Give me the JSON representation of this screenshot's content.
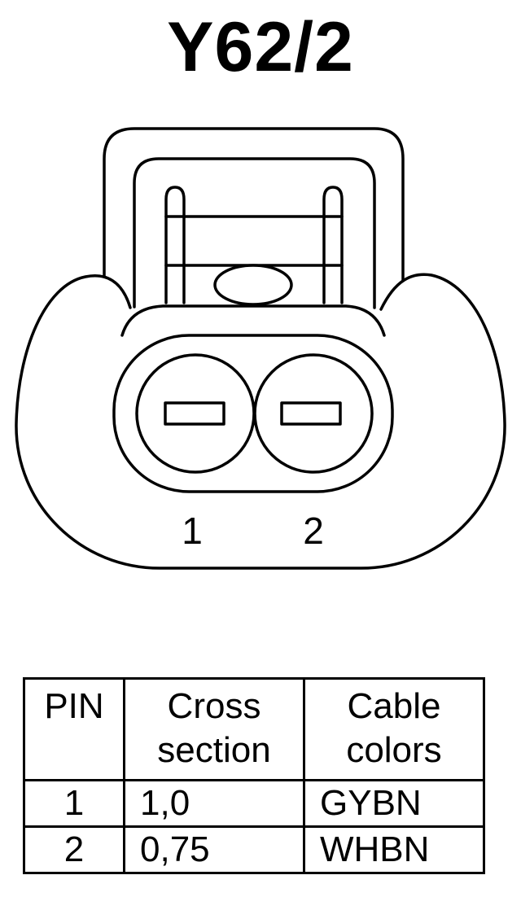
{
  "diagram": {
    "title": "Y62/2",
    "pin_labels": [
      "1",
      "2"
    ]
  },
  "table": {
    "headers": {
      "pin": "PIN",
      "cross_line1": "Cross",
      "cross_line2": "section",
      "colors_line1": "Cable",
      "colors_line2": "colors"
    },
    "rows": [
      {
        "pin": "1",
        "cross_section": "1,0",
        "color": "GYBN"
      },
      {
        "pin": "2",
        "cross_section": "0,75",
        "color": "WHBN"
      }
    ]
  }
}
